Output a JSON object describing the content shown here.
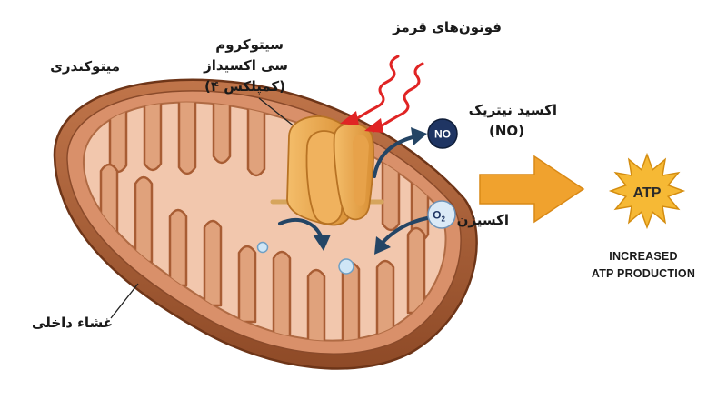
{
  "labels": {
    "mitochondria": "میتوکندری",
    "cytochrome_line1": "سیتوکروم",
    "cytochrome_line2": "سی اکسیداز",
    "cytochrome_line3": "(کمپلکس ۴)",
    "red_photons": "فوتون‌های قرمز",
    "nitric_oxide_line1": "اکسید نیتریک",
    "nitric_oxide_line2": "(NO)",
    "oxygen": "اکسیژن",
    "inner_membrane": "غشاء داخلی",
    "atp_line1": "INCREASED",
    "atp_line2": "ATP PRODUCTION"
  },
  "badges": {
    "no": "NO",
    "o2_main": "O",
    "o2_sub": "2",
    "atp": "ATP"
  },
  "colors": {
    "outer_membrane": "#a85d34",
    "intermembrane": "#d9906a",
    "matrix": "#f2c7ad",
    "enzyme": "#e9a64c",
    "photon": "#e02424",
    "no_badge": "#1f3563",
    "o2_badge": "#dbeaf7",
    "arrow_dark": "#244565",
    "atp_arrow": "#f0a22e",
    "atp_star": "#f6b935"
  }
}
